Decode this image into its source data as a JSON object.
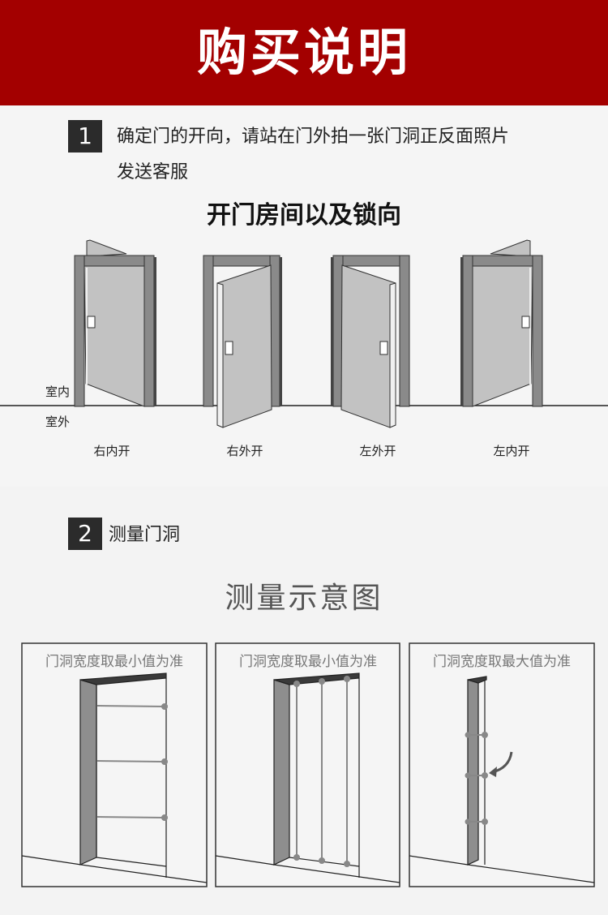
{
  "header": {
    "title": "购买说明"
  },
  "step1": {
    "number": "1",
    "text_line1": "确定门的开向，请站在门外拍一张门洞正反面照片",
    "text_line2": "发送客服",
    "subtitle": "开门房间以及锁向",
    "indoor_label": "室内",
    "outdoor_label": "室外",
    "doors": [
      {
        "label": "右内开"
      },
      {
        "label": "右外开"
      },
      {
        "label": "左外开"
      },
      {
        "label": "左内开"
      }
    ]
  },
  "step2": {
    "number": "2",
    "text": "测量门洞",
    "diagram_title": "测量示意图",
    "panels": [
      {
        "title": "门洞宽度取最小值为准"
      },
      {
        "title": "门洞宽度取最小值为准"
      },
      {
        "title": "门洞宽度取最大值为准"
      }
    ]
  },
  "colors": {
    "header_bg": "#a30000",
    "frame": "#8a8a8a",
    "leaf": "#c2c2c2"
  }
}
